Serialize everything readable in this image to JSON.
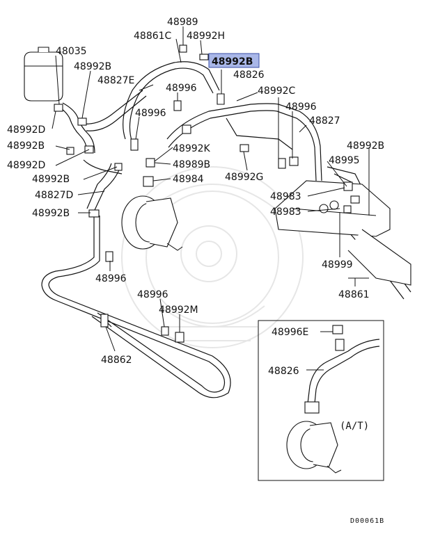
{
  "parts": {
    "p48989": "48989",
    "p48861C": "48861C",
    "p48992H": "48992H",
    "p48992B_highlight": "48992B",
    "p48035": "48035",
    "p48992B_a": "48992B",
    "p48827E": "48827E",
    "p48826": "48826",
    "p48996_a": "48996",
    "p48992C": "48992C",
    "p48996_b": "48996",
    "p48996_c": "48996",
    "p48992D_a": "48992D",
    "p48827": "48827",
    "p48992B_b": "48992B",
    "p48992K": "48992K",
    "p48992B_c": "48992B",
    "p48992D_b": "48992D",
    "p48989B": "48989B",
    "p48995": "48995",
    "p48992G": "48992G",
    "p48992B_d": "48992B",
    "p48984": "48984",
    "p48983_a": "48983",
    "p48827D": "48827D",
    "p48983_b": "48983",
    "p48992B_e": "48992B",
    "p48999": "48999",
    "p48996_d": "48996",
    "p48861": "48861",
    "p48996_e": "48996",
    "p48992M": "48992M",
    "p48862": "48862",
    "p48996E": "48996E",
    "p48826_inset": "48826"
  },
  "inset_note": "(A/T)",
  "diagram_code": "D00061B",
  "colors": {
    "highlight_fill": "#a9b7e8",
    "highlight_border": "#3a4fa6",
    "line": "#111111",
    "watermark": "#e6e6e6"
  }
}
